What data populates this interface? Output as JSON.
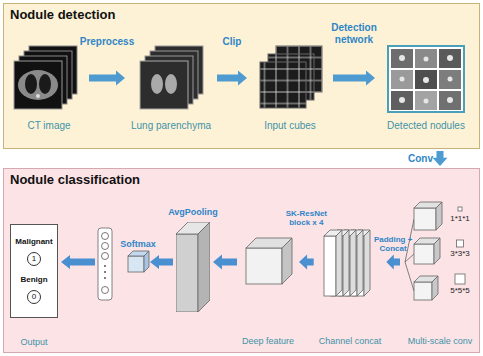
{
  "diagram": {
    "nodes": [
      {
        "text": [
          "Nodule detection"
        ]
      },
      {
        "text": [
          "CT image"
        ],
        "in": 0
      },
      {
        "text": [
          "Lung parenchyma"
        ],
        "in": 0
      },
      {
        "text": [
          "Input cubes"
        ],
        "in": 0
      },
      {
        "text": [
          "Detected nodules"
        ],
        "in": 0
      },
      {
        "text": [
          "Nodule classification"
        ]
      },
      {
        "text": [
          "1*1*1",
          "3*3*3",
          "5*5*5",
          "Multi-scale conv"
        ],
        "in": 5
      },
      {
        "text": [
          "Channel concat"
        ],
        "in": 5
      },
      {
        "text": [
          "Deep feature"
        ],
        "in": 5
      },
      {
        "text": [
          "AvgPooling"
        ],
        "in": 5
      },
      {
        "text": [
          "Malignant",
          "1",
          "Benign",
          "0",
          "Output"
        ],
        "in": 5
      }
    ],
    "edges": [
      {
        "from": 1,
        "to": 2,
        "label": "Preprocess",
        "arrow": "to"
      },
      {
        "from": 2,
        "to": 3,
        "label": "Clip",
        "arrow": "to"
      },
      {
        "from": 3,
        "to": 4,
        "label": "Detection network",
        "arrow": "to"
      },
      {
        "from": 0,
        "to": 5,
        "label": "Conv",
        "arrow": "to"
      },
      {
        "from": 6,
        "to": 7,
        "label": "Padding + Concat",
        "arrow": "to"
      },
      {
        "from": 7,
        "to": 8,
        "label": "SK-ResNet block x 4",
        "arrow": "to"
      },
      {
        "from": 8,
        "to": 9,
        "arrow": "to"
      }
    ],
    "labels": [
      "Softmax"
    ]
  }
}
